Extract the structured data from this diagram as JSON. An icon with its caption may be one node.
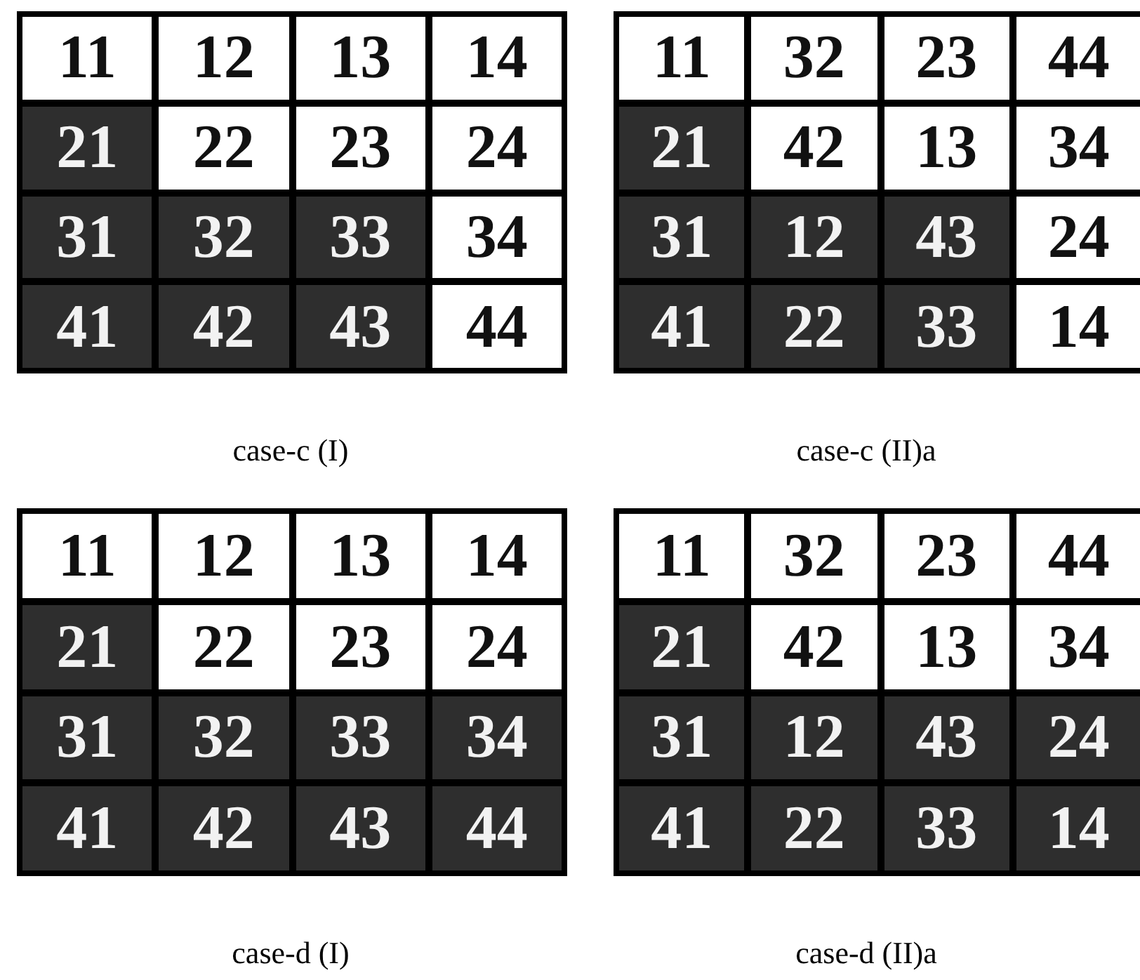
{
  "diagram": {
    "nodes": [
      {
        "text": [
          "11"
        ]
      },
      {
        "text": [
          "12"
        ]
      },
      {
        "text": [
          "13"
        ]
      },
      {
        "text": [
          "14"
        ]
      },
      {
        "text": [
          "21"
        ]
      },
      {
        "text": [
          "22"
        ]
      },
      {
        "text": [
          "23"
        ]
      },
      {
        "text": [
          "24"
        ]
      },
      {
        "text": [
          "31"
        ]
      },
      {
        "text": [
          "32"
        ]
      },
      {
        "text": [
          "33"
        ]
      },
      {
        "text": [
          "34"
        ]
      },
      {
        "text": [
          "41"
        ]
      },
      {
        "text": [
          "42"
        ]
      },
      {
        "text": [
          "43"
        ]
      },
      {
        "text": [
          "44"
        ]
      },
      {
        "text": [
          "11"
        ]
      },
      {
        "text": [
          "32"
        ]
      },
      {
        "text": [
          "23"
        ]
      },
      {
        "text": [
          "44"
        ]
      },
      {
        "text": [
          "21"
        ]
      },
      {
        "text": [
          "42"
        ]
      },
      {
        "text": [
          "13"
        ]
      },
      {
        "text": [
          "34"
        ]
      },
      {
        "text": [
          "31"
        ]
      },
      {
        "text": [
          "12"
        ]
      },
      {
        "text": [
          "43"
        ]
      },
      {
        "text": [
          "24"
        ]
      },
      {
        "text": [
          "41"
        ]
      },
      {
        "text": [
          "22"
        ]
      },
      {
        "text": [
          "33"
        ]
      },
      {
        "text": [
          "14"
        ]
      },
      {
        "text": [
          "11"
        ]
      },
      {
        "text": [
          "12"
        ]
      },
      {
        "text": [
          "13"
        ]
      },
      {
        "text": [
          "14"
        ]
      },
      {
        "text": [
          "21"
        ]
      },
      {
        "text": [
          "22"
        ]
      },
      {
        "text": [
          "23"
        ]
      },
      {
        "text": [
          "24"
        ]
      },
      {
        "text": [
          "31"
        ]
      },
      {
        "text": [
          "32"
        ]
      },
      {
        "text": [
          "33"
        ]
      },
      {
        "text": [
          "34"
        ]
      },
      {
        "text": [
          "41"
        ]
      },
      {
        "text": [
          "42"
        ]
      },
      {
        "text": [
          "43"
        ]
      },
      {
        "text": [
          "44"
        ]
      },
      {
        "text": [
          "11"
        ]
      },
      {
        "text": [
          "32"
        ]
      },
      {
        "text": [
          "23"
        ]
      },
      {
        "text": [
          "44"
        ]
      },
      {
        "text": [
          "21"
        ]
      },
      {
        "text": [
          "42"
        ]
      },
      {
        "text": [
          "13"
        ]
      },
      {
        "text": [
          "34"
        ]
      },
      {
        "text": [
          "31"
        ]
      },
      {
        "text": [
          "12"
        ]
      },
      {
        "text": [
          "43"
        ]
      },
      {
        "text": [
          "24"
        ]
      },
      {
        "text": [
          "41"
        ]
      },
      {
        "text": [
          "22"
        ]
      },
      {
        "text": [
          "33"
        ]
      },
      {
        "text": [
          "14"
        ]
      }
    ],
    "labels": [
      "case-c (I)",
      "case-c (II)a",
      "case-d (I)",
      "case-d (II)a"
    ]
  }
}
